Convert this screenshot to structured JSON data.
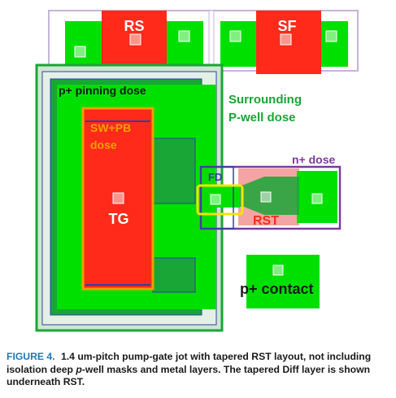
{
  "labels": {
    "rs": "RS",
    "sf": "SF",
    "pinning": "p+ pinning dose",
    "surrounding_line1": "Surrounding",
    "surrounding_line2": "P-well dose",
    "swpb_line1": "SW+PB",
    "swpb_line2": "dose",
    "tg": "TG",
    "fd": "FD",
    "ndose": "n+ dose",
    "rst": "RST",
    "pcontact": "p+ contact"
  },
  "caption": {
    "figure_label": "FIGURE 4.",
    "text_before_italic": "1.4 um-pitch pump-gate jot with tapered RST layout, not including isolation deep ",
    "italic": "p",
    "text_after_italic": "-well masks and metal layers. The tapered Diff layer is shown underneath RST."
  },
  "colors": {
    "diff_green": "#00e000",
    "pwell_green": "#19a636",
    "gate_red": "#ff2a1a",
    "rst_pink": "#f4a4a4",
    "ndose_purple": "#7a3aa0",
    "outline_blue": "#3040a0",
    "fd_highlight": "#f2e600",
    "swpb_orange": "#f0a000",
    "caption_blue": "#1f78b4"
  }
}
